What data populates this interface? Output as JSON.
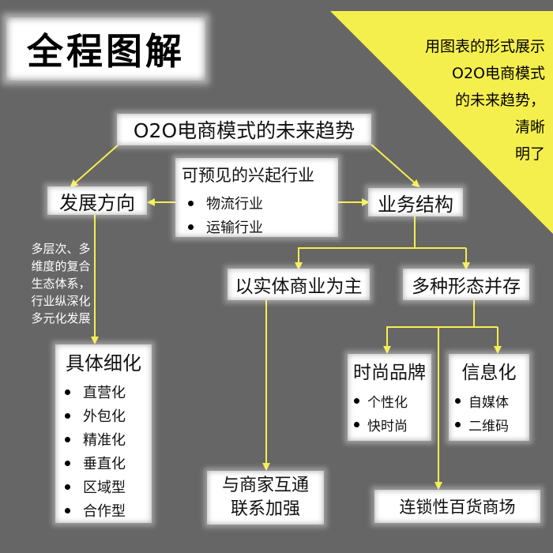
{
  "title": "全程图解",
  "note": [
    "用图表的形式展示",
    "O2O电商模式",
    "的未来趋势，",
    "清晰",
    "明了"
  ],
  "root": "O2O电商模式的未来趋势",
  "industries": {
    "heading": "可预见的兴起行业",
    "items": [
      "物流行业",
      "运输行业"
    ]
  },
  "direction": "发展方向",
  "business": "业务结构",
  "side_note": [
    "多层次、多",
    "维度的复合",
    "生态体系，",
    "行业纵深化",
    "多元化发展"
  ],
  "specific": {
    "heading": "具体细化",
    "items": [
      "直营化",
      "外包化",
      "精准化",
      "垂直化",
      "区域型",
      "合作型"
    ]
  },
  "physical": "以实体商业为主",
  "multi": "多种形态并存",
  "fashion": {
    "heading": "时尚品牌",
    "items": [
      "个性化",
      "快时尚"
    ]
  },
  "info": {
    "heading": "信息化",
    "items": [
      "自媒体",
      "二维码"
    ]
  },
  "merchant": [
    "与商家互通",
    "联系加强"
  ],
  "chain": "连锁性百货商场",
  "colors": {
    "background": "#666666",
    "accent": "#f5ef4d",
    "line": "#f5ef4d"
  }
}
